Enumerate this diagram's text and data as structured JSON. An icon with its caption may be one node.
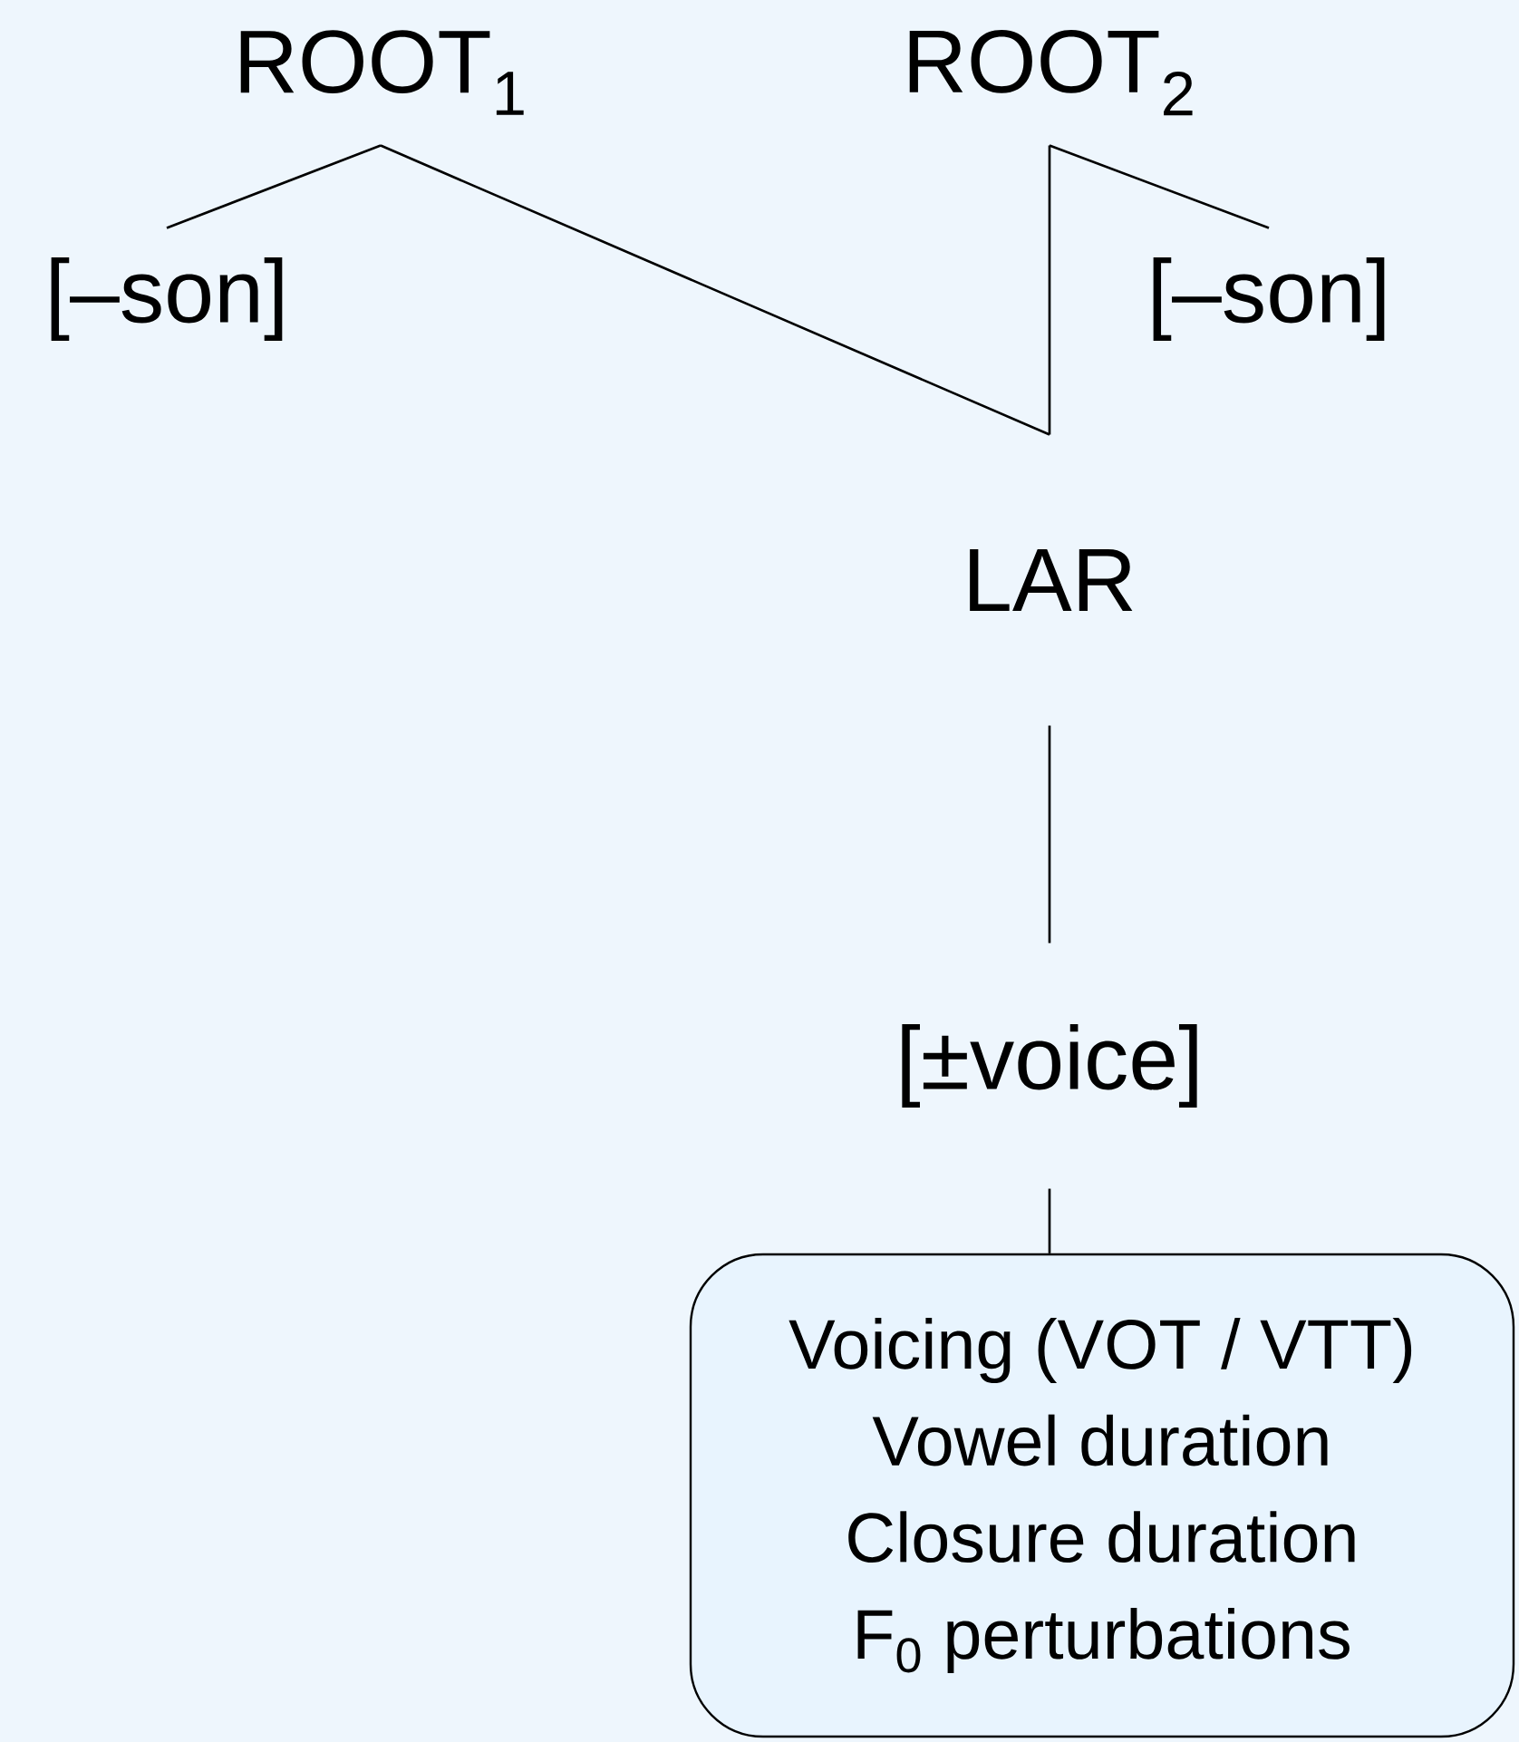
{
  "diagram": {
    "nodes": [
      {
        "text": [
          "ROOT$_{1}$"
        ]
      },
      {
        "text": [
          "ROOT$_{2}$"
        ]
      },
      {
        "text": [
          "[–son]"
        ]
      },
      {
        "text": [
          "[–son]"
        ]
      },
      {
        "text": [
          "LAR"
        ]
      },
      {
        "text": [
          "[±voice]"
        ]
      },
      {
        "text": [
          "Voicing (VOT / VTT)",
          "Vowel duration",
          "Closure duration",
          "F$_{0}$ perturbations"
        ]
      }
    ],
    "edges": [
      {
        "from": 0,
        "to": 2,
        "arrow": "none"
      },
      {
        "from": 0,
        "to": 4,
        "arrow": "none"
      },
      {
        "from": 1,
        "to": 4,
        "arrow": "none"
      },
      {
        "from": 1,
        "to": 3,
        "arrow": "none"
      },
      {
        "from": 4,
        "to": 5,
        "arrow": "none"
      },
      {
        "from": 5,
        "to": 6,
        "arrow": "none"
      }
    ]
  }
}
